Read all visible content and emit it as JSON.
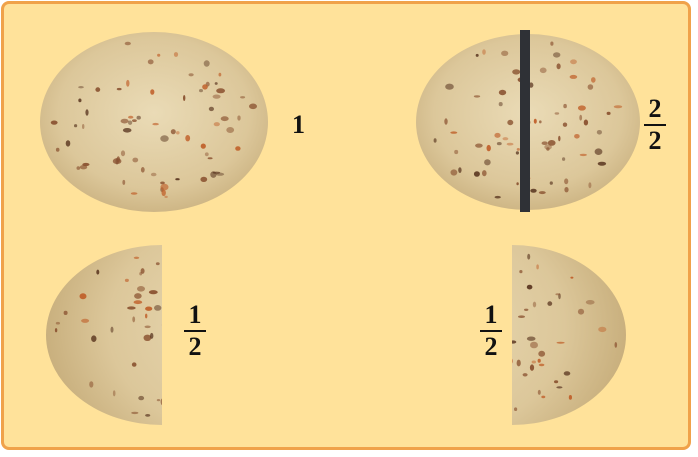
{
  "colors": {
    "background": "#ffe29a",
    "border": "#f0a24a",
    "bread": "#dcc79a",
    "bread_light": "#eadbb6",
    "spot_dark": "#5a3620",
    "spot_brown": "#8a5230",
    "spot_orange": "#c0602a",
    "divider": "#2f3136"
  },
  "panels": {
    "whole": {
      "label": "1"
    },
    "divided": {
      "numerator": "2",
      "denominator": "2"
    },
    "left_half": {
      "numerator": "1",
      "denominator": "2"
    },
    "right_half": {
      "numerator": "1",
      "denominator": "2"
    }
  }
}
